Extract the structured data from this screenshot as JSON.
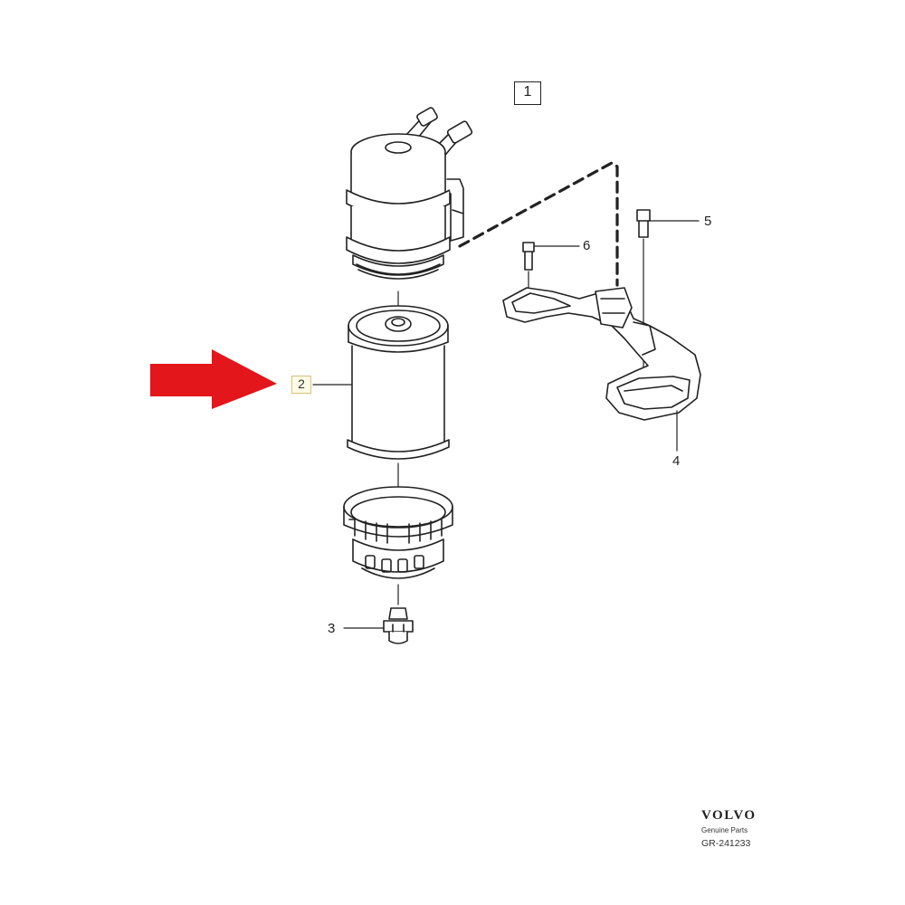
{
  "callouts": {
    "assembly": "1",
    "filter": "2",
    "drain_plug": "3",
    "bracket": "4",
    "bolt_large": "5",
    "bolt_small": "6"
  },
  "brand": {
    "logo": "VOLVO",
    "subtitle": "Genuine Parts",
    "code": "GR-241233"
  },
  "colors": {
    "line": "#222222",
    "highlight_arrow": "#e3161b",
    "highlight_box_border": "#d9c27a",
    "highlight_box_fill": "#fffbe6"
  }
}
